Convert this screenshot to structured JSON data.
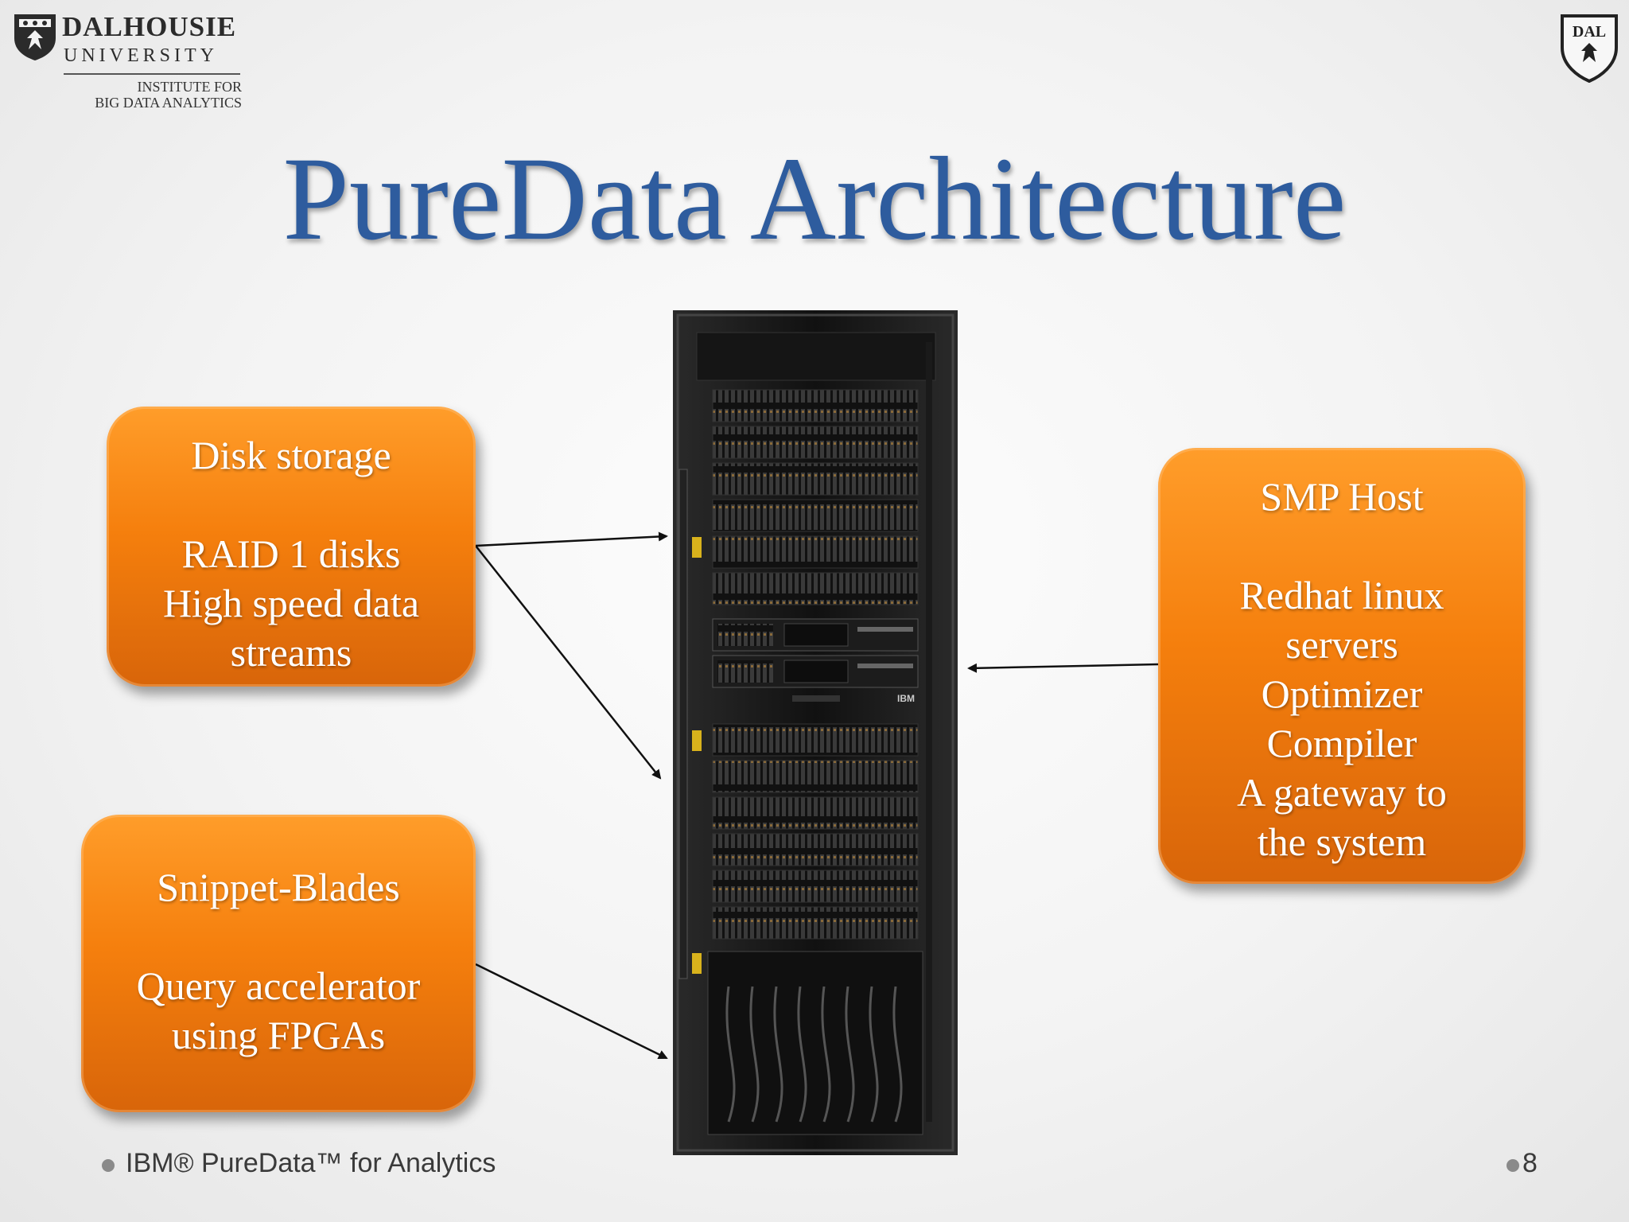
{
  "header": {
    "logo_name": "DALHOUSIE",
    "logo_university": "UNIVERSITY",
    "institute_line1": "INSTITUTE FOR",
    "institute_line2": "BIG DATA ANALYTICS",
    "crest_text": "DAL"
  },
  "slide": {
    "title": "PureData Architecture",
    "callouts": {
      "disk": {
        "heading": "Disk storage",
        "lines": [
          "RAID 1 disks",
          "High speed data",
          "streams"
        ]
      },
      "blades": {
        "heading": "Snippet-Blades",
        "lines": [
          "Query accelerator",
          "using FPGAs"
        ]
      },
      "smp": {
        "heading": "SMP Host",
        "lines": [
          "Redhat linux",
          "servers",
          "Optimizer",
          "Compiler",
          "A gateway to",
          "the system"
        ]
      }
    },
    "rack_brand": "IBM"
  },
  "footer": {
    "text": "IBM® PureData™ for Analytics",
    "page_number": "8"
  },
  "colors": {
    "title": "#2e5c9e",
    "callout_orange": "#f57f0d",
    "rack": "#1a1a1a"
  }
}
